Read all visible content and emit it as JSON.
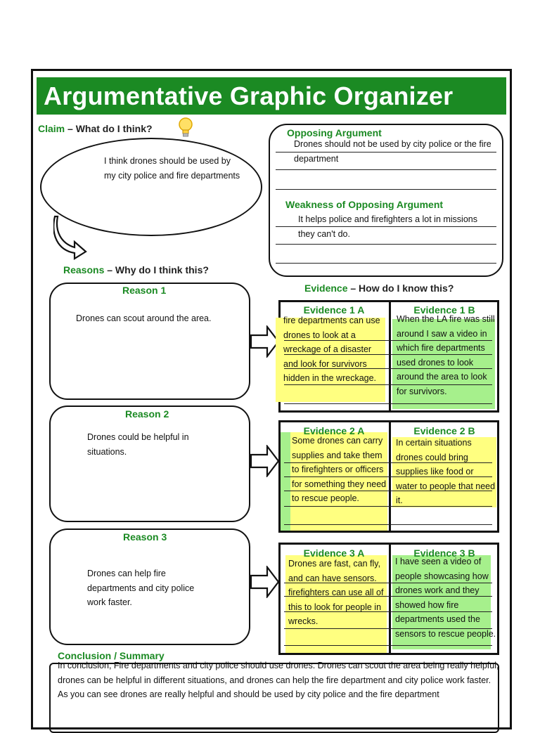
{
  "title": "Argumentative Graphic Organizer",
  "claim": {
    "heading_label": "Claim",
    "heading_question": "– What do I think?",
    "text": "I think drones should be used by my city police and fire departments"
  },
  "opposing": {
    "heading": "Opposing Argument",
    "text": "Drones should not be used by city police or the fire department",
    "weakness_heading": "Weakness of Opposing Argument",
    "weakness_text": "It helps police and firefighters a lot in missions they can't do."
  },
  "reasons_heading": {
    "label": "Reasons",
    "question": "– Why do I think this?"
  },
  "evidence_heading": {
    "label": "Evidence",
    "question": "– How do I know this?"
  },
  "reasons": [
    {
      "title": "Reason 1",
      "text": "Drones can scout around the area.",
      "evidence_a_title": "Evidence 1 A",
      "evidence_a": "fire departments can use drones to look at a wreckage of a disaster and look for survivors hidden in the wreckage.",
      "evidence_b_title": "Evidence 1 B",
      "evidence_b": "When the LA fire was still around I saw a video in which fire departments used drones to look around the area to look for survivors."
    },
    {
      "title": "Reason 2",
      "text": "Drones could be helpful in situations.",
      "evidence_a_title": "Evidence 2 A",
      "evidence_a": "Some drones can carry supplies and take them to firefighters or officers for something they need to rescue people.",
      "evidence_b_title": "Evidence 2 B",
      "evidence_b": "In certain situations drones could bring supplies like food or water to people that need it."
    },
    {
      "title": "Reason 3",
      "text": "Drones can help fire departments and city police work faster.",
      "evidence_a_title": "Evidence 3 A",
      "evidence_a": "Drones are fast, can fly, and can have sensors. firefighters can use all of this to look for people in wrecks.",
      "evidence_b_title": "Evidence 3 B",
      "evidence_b": "I have seen a video of people showcasing how drones work and they showed how fire departments used the sensors to rescue people."
    }
  ],
  "conclusion": {
    "heading": "Conclusion / Summary",
    "text": "In conclusion, Fire departments and city police should use drones. Drones can scout the area being really helpful, drones can be helpful in different situations, and drones can help the fire department and city police work faster. As you can see drones are really helpful and should be used by city police and the fire department"
  },
  "colors": {
    "green": "#1b8a23",
    "highlight_yellow": "#ffff80",
    "highlight_green": "#a6f08c"
  },
  "icons": [
    "lightbulb-icon",
    "curved-arrow-icon",
    "right-arrow-icon"
  ]
}
